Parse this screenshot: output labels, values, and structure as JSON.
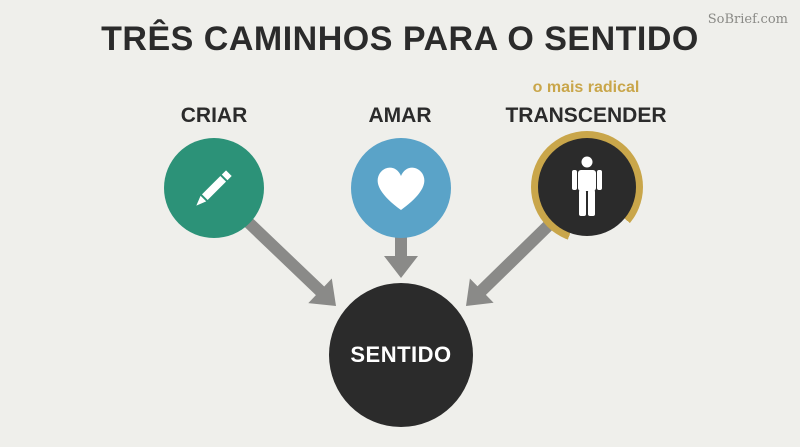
{
  "watermark": "SoBrief.com",
  "title": "TRÊS CAMINHOS PARA O SENTIDO",
  "paths": [
    {
      "label": "CRIAR",
      "icon": "pencil-icon",
      "color": "#2c9278"
    },
    {
      "label": "AMAR",
      "icon": "heart-icon",
      "color": "#5aa3c8"
    },
    {
      "label": "TRANSCENDER",
      "annotation": "o mais radical",
      "icon": "person-icon",
      "color": "#2b2b2b",
      "ring_color": "#c9a64a"
    }
  ],
  "center": {
    "label": "SENTIDO",
    "color": "#2b2b2b"
  },
  "arrow_color": "#8a8a88"
}
